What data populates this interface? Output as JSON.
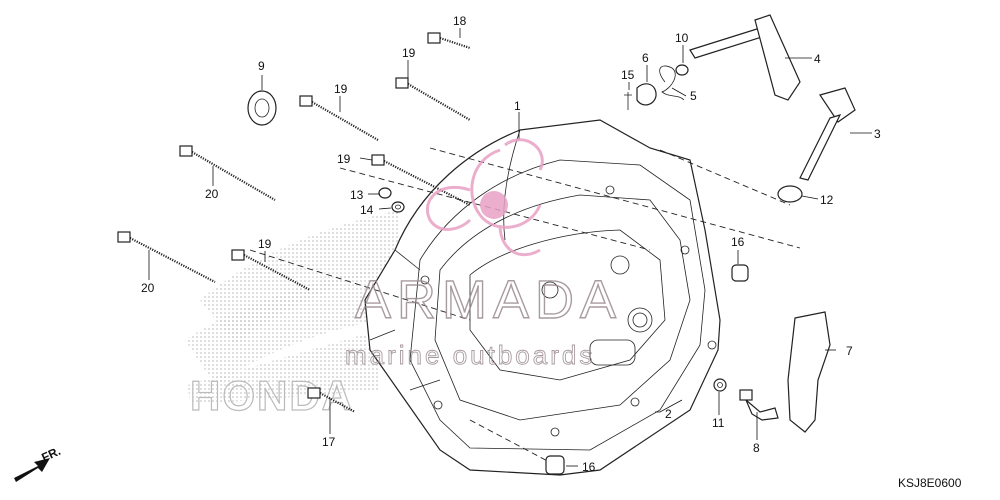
{
  "diagram_code": "KSJ8E0600",
  "direction_label": "FR.",
  "callouts": {
    "c1": "1",
    "c2": "2",
    "c3": "3",
    "c4": "4",
    "c5": "5",
    "c6": "6",
    "c7": "7",
    "c8": "8",
    "c9": "9",
    "c10": "10",
    "c11": "11",
    "c12": "12",
    "c13": "13",
    "c14": "14",
    "c15": "15",
    "c16a": "16",
    "c16b": "16",
    "c17": "17",
    "c18": "18",
    "c19a": "19",
    "c19b": "19",
    "c19c": "19",
    "c19d": "19",
    "c20a": "20",
    "c20b": "20"
  },
  "watermark": {
    "brand": "ARMADA",
    "tagline": "marine outboards",
    "oem_logo": "HONDA",
    "color": "#e8a0c4"
  }
}
